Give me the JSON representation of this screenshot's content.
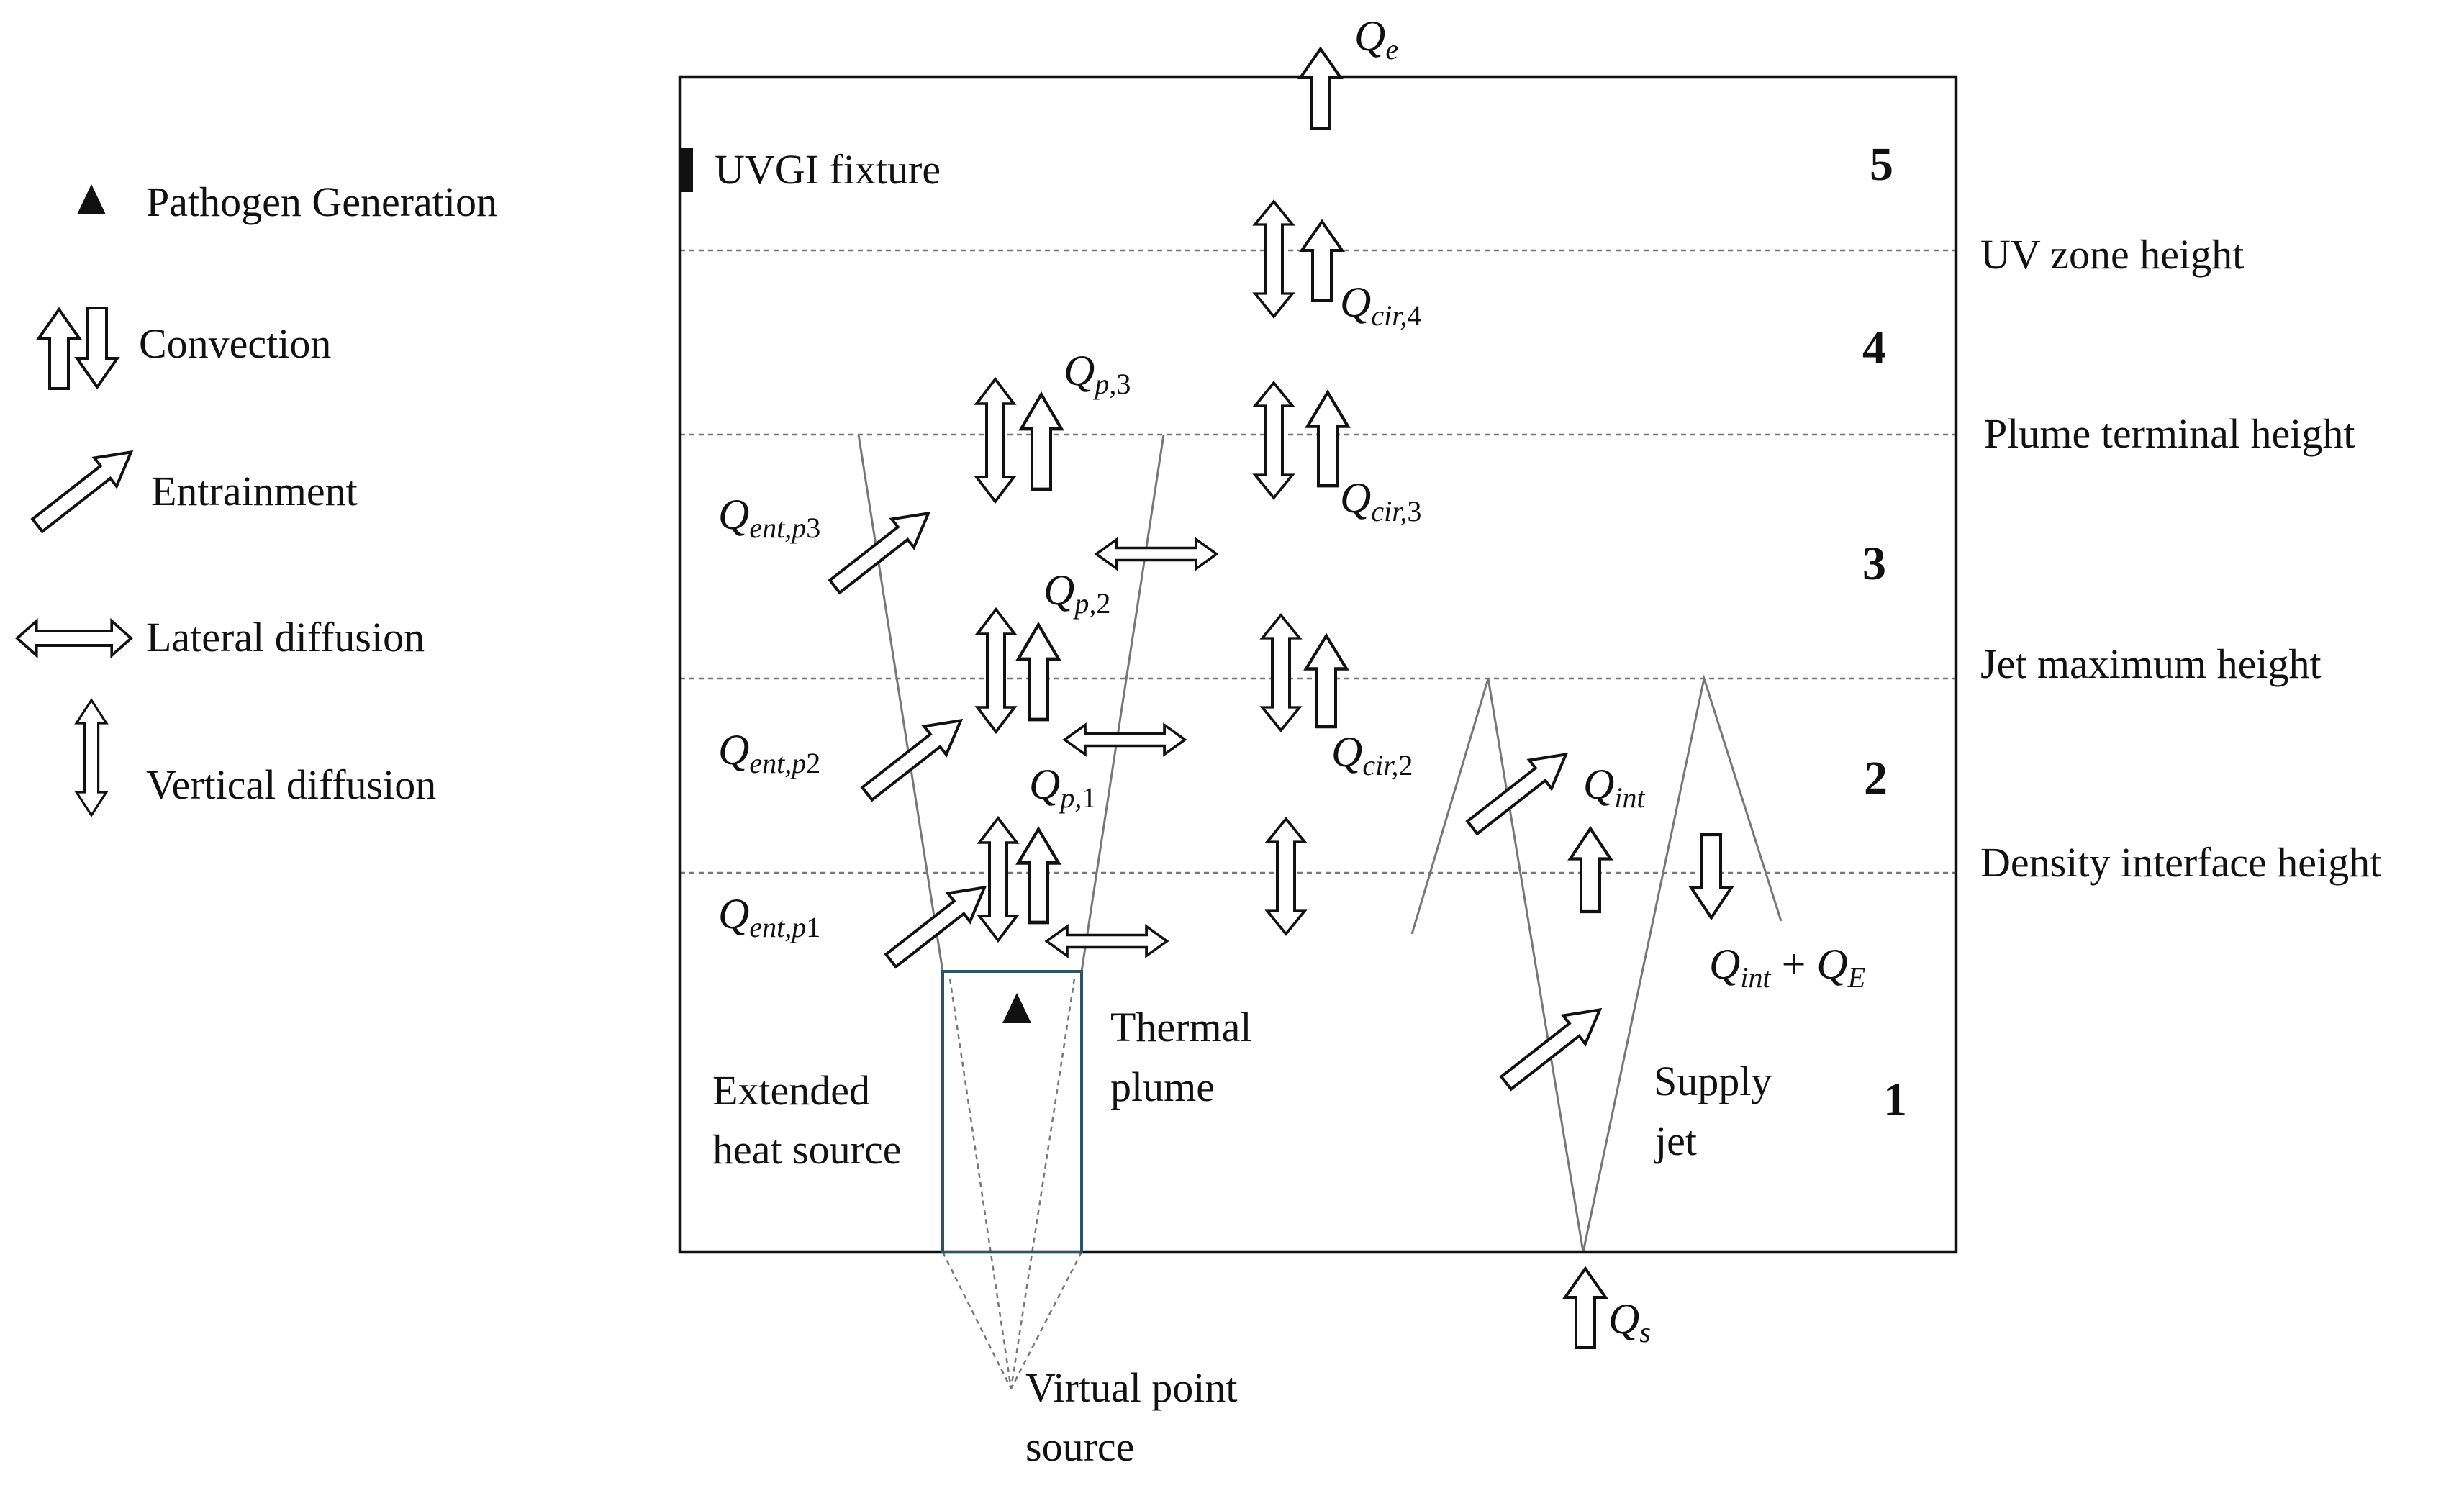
{
  "legend": {
    "pathogen_generation": "Pathogen Generation",
    "convection": "Convection",
    "entrainment": "Entrainment",
    "lateral_diffusion": "Lateral diffusion",
    "vertical_diffusion": "Vertical diffusion"
  },
  "heights": {
    "uv_zone": "UV zone height",
    "plume_terminal": "Plume terminal height",
    "jet_maximum": "Jet maximum height",
    "density_interface": "Density interface height"
  },
  "zones": [
    "1",
    "2",
    "3",
    "4",
    "5"
  ],
  "labels": {
    "uvgi_fixture": "UVGI fixture",
    "extended_heat_source_1": "Extended",
    "extended_heat_source_2": "heat source",
    "thermal_plume_1": "Thermal",
    "thermal_plume_2": "plume",
    "supply_jet_1": "Supply",
    "supply_jet_2": "jet",
    "virtual_point_source_1": "Virtual point",
    "virtual_point_source_2": "source"
  },
  "flows": {
    "qe": {
      "base": "Q",
      "sub": "e"
    },
    "qs": {
      "base": "Q",
      "sub": "s"
    },
    "qcir4": {
      "base": "Q",
      "sub": "cir,",
      "num": "4"
    },
    "qcir3": {
      "base": "Q",
      "sub": "cir,",
      "num": "3"
    },
    "qcir2": {
      "base": "Q",
      "sub": "cir,",
      "num": "2"
    },
    "qp3": {
      "base": "Q",
      "sub": "p,",
      "num": "3"
    },
    "qp2": {
      "base": "Q",
      "sub": "p,",
      "num": "2"
    },
    "qp1": {
      "base": "Q",
      "sub": "p,",
      "num": "1"
    },
    "qentp3": {
      "base": "Q",
      "sub": "ent,p",
      "num": "3"
    },
    "qentp2": {
      "base": "Q",
      "sub": "ent,p",
      "num": "2"
    },
    "qentp1": {
      "base": "Q",
      "sub": "ent,p",
      "num": "1"
    },
    "qint": {
      "base": "Q",
      "sub": "int"
    },
    "qint_qe": {
      "base": "Q",
      "sub": "int",
      "plus": " + ",
      "base2": "Q",
      "sub2": "E"
    }
  },
  "colors": {
    "lines": "#111111",
    "heat_source_box": "#2f5365",
    "guide_lines": "#777777"
  }
}
